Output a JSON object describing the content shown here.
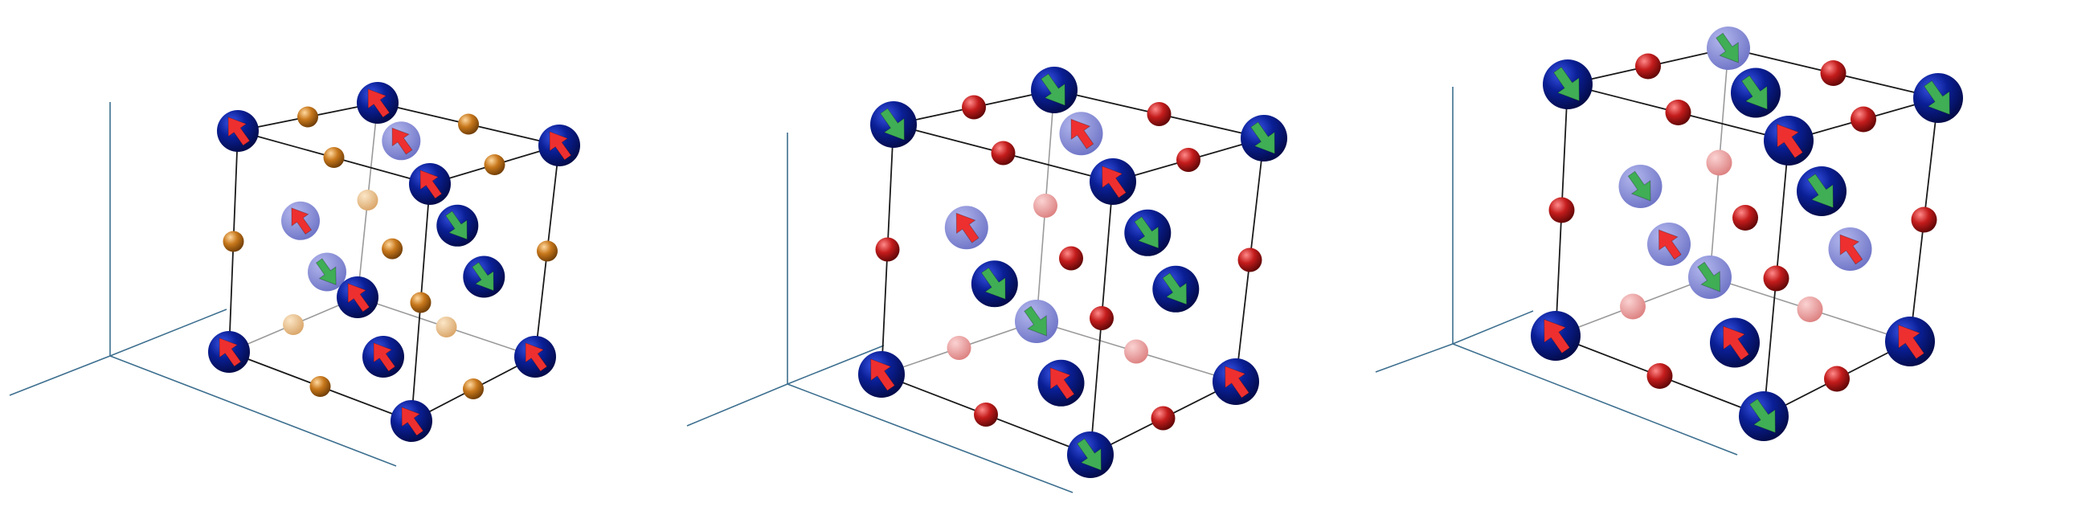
{
  "palette": {
    "axis": "#3d6f8f",
    "edge_front": "#1a1a1a",
    "edge_back": "#9a9a9a",
    "metal_front": "#0a1f96",
    "metal_back": "#8a8fd4",
    "arrow_up": "#ee2f2f",
    "arrow_down": "#3fae55",
    "ligand_orange": "#c8781c",
    "ligand_orange_back": "#e8be88",
    "ligand_red": "#c41c1c",
    "ligand_red_back": "#ec9a9a"
  },
  "panels": [
    {
      "id": "panel-1",
      "ligand": "orange",
      "metal_atoms": [
        {
          "site": "corner-top-back-left",
          "spin": "up",
          "depth": "front"
        },
        {
          "site": "corner-top-back-right",
          "spin": "up",
          "depth": "front"
        },
        {
          "site": "corner-top-front-left",
          "spin": "up",
          "depth": "front"
        },
        {
          "site": "corner-top-front-right",
          "spin": "up",
          "depth": "front"
        },
        {
          "site": "corner-bottom-back-left",
          "spin": "up",
          "depth": "front"
        },
        {
          "site": "corner-bottom-back-right",
          "spin": "up",
          "depth": "front"
        },
        {
          "site": "corner-bottom-front-left",
          "spin": "up",
          "depth": "front"
        },
        {
          "site": "corner-bottom-front-right",
          "spin": "up",
          "depth": "front"
        },
        {
          "site": "face-top",
          "spin": "up",
          "depth": "back"
        },
        {
          "site": "face-bottom",
          "spin": "up",
          "depth": "front"
        },
        {
          "site": "face-back",
          "spin": "up",
          "depth": "back"
        },
        {
          "site": "face-front",
          "spin": "down",
          "depth": "front"
        },
        {
          "site": "face-left",
          "spin": "down",
          "depth": "back"
        },
        {
          "site": "face-right",
          "spin": "down",
          "depth": "front"
        }
      ]
    },
    {
      "id": "panel-2",
      "ligand": "red",
      "metal_atoms": [
        {
          "site": "corner-top-back-left",
          "spin": "down",
          "depth": "front"
        },
        {
          "site": "corner-top-back-right",
          "spin": "down",
          "depth": "front"
        },
        {
          "site": "corner-top-front-left",
          "spin": "down",
          "depth": "front"
        },
        {
          "site": "corner-top-front-right",
          "spin": "up",
          "depth": "front"
        },
        {
          "site": "corner-bottom-back-left",
          "spin": "up",
          "depth": "front"
        },
        {
          "site": "corner-bottom-back-right",
          "spin": "up",
          "depth": "front"
        },
        {
          "site": "corner-bottom-front-left",
          "spin": "down",
          "depth": "back"
        },
        {
          "site": "corner-bottom-front-right",
          "spin": "down",
          "depth": "front"
        },
        {
          "site": "face-top",
          "spin": "up",
          "depth": "back"
        },
        {
          "site": "face-bottom",
          "spin": "up",
          "depth": "front"
        },
        {
          "site": "face-back",
          "spin": "up",
          "depth": "back"
        },
        {
          "site": "face-front",
          "spin": "down",
          "depth": "front"
        },
        {
          "site": "face-left",
          "spin": "down",
          "depth": "front"
        },
        {
          "site": "face-right",
          "spin": "down",
          "depth": "front"
        }
      ]
    },
    {
      "id": "panel-3",
      "ligand": "red",
      "metal_atoms": [
        {
          "site": "corner-top-back-left",
          "spin": "down",
          "depth": "front"
        },
        {
          "site": "corner-top-back-right",
          "spin": "down",
          "depth": "front"
        },
        {
          "site": "corner-top-front-left",
          "spin": "down",
          "depth": "back"
        },
        {
          "site": "corner-top-front-right",
          "spin": "up",
          "depth": "front"
        },
        {
          "site": "corner-bottom-back-left",
          "spin": "up",
          "depth": "front"
        },
        {
          "site": "corner-bottom-back-right",
          "spin": "up",
          "depth": "front"
        },
        {
          "site": "corner-bottom-front-left",
          "spin": "down",
          "depth": "back"
        },
        {
          "site": "corner-bottom-front-right",
          "spin": "down",
          "depth": "front"
        },
        {
          "site": "face-top",
          "spin": "down",
          "depth": "front"
        },
        {
          "site": "face-bottom",
          "spin": "up",
          "depth": "front"
        },
        {
          "site": "face-back",
          "spin": "down",
          "depth": "back"
        },
        {
          "site": "face-front",
          "spin": "up",
          "depth": "back"
        },
        {
          "site": "face-left",
          "spin": "up",
          "depth": "back"
        },
        {
          "site": "face-right",
          "spin": "down",
          "depth": "front"
        }
      ]
    }
  ]
}
